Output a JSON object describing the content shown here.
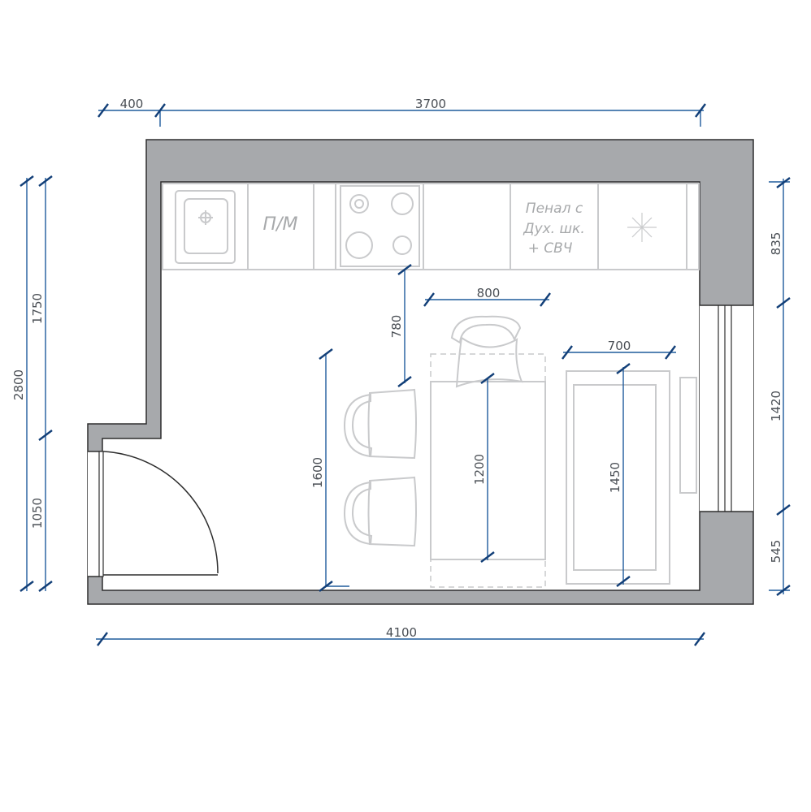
{
  "plan": {
    "counter_labels": {
      "dishwasher": "П/М",
      "pantry_line1": "Пенал с",
      "pantry_line2": "Дух. шк.",
      "pantry_line3": "+ СВЧ"
    },
    "dimensions": {
      "top_left": "400",
      "top_main": "3700",
      "bottom_total": "4100",
      "left_total": "2800",
      "left_upper": "1750",
      "left_lower": "1050",
      "right_top": "835",
      "right_window": "1420",
      "right_bottom": "545",
      "aisle_gap": "780",
      "chair_width": "800",
      "bench_depth": "700",
      "bench_length": "1600",
      "table_length": "1200",
      "sofa_length": "1450"
    }
  }
}
